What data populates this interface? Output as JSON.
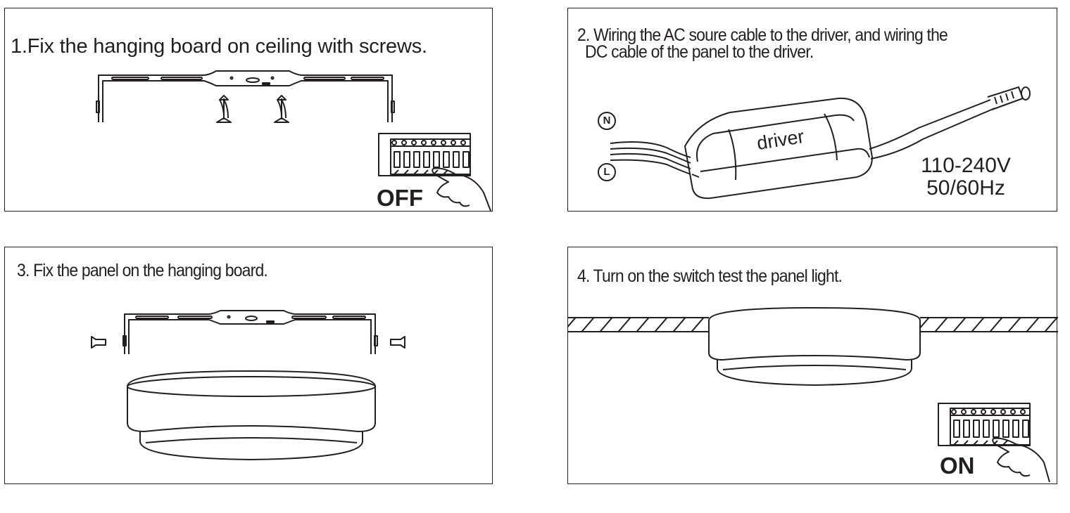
{
  "steps": [
    {
      "number": 1,
      "caption": "1.Fix the hanging board on ceiling with screws.",
      "switch_label": "OFF"
    },
    {
      "number": 2,
      "caption_line1": "2. Wiring the AC soure cable to the driver, and wiring the",
      "caption_line2": "DC cable of the panel to the driver.",
      "driver_label": "driver",
      "neutral_label": "N",
      "live_label": "L",
      "voltage": "110-240V",
      "frequency": "50/60Hz"
    },
    {
      "number": 3,
      "caption": "3. Fix the panel on the hanging board."
    },
    {
      "number": 4,
      "caption": "4. Turn on the switch test the panel light.",
      "switch_label": "ON"
    }
  ],
  "colors": {
    "line": "#231f20",
    "background": "#ffffff"
  }
}
